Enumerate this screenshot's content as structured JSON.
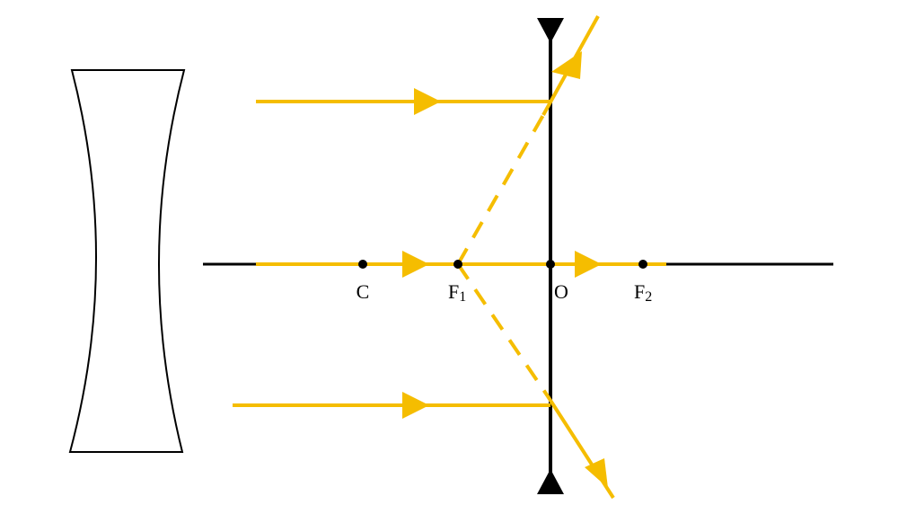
{
  "colors": {
    "ray": "#F5BD00",
    "line": "#000000",
    "background": "#FFFFFF"
  },
  "labels": {
    "center": "C",
    "focus1_base": "F",
    "focus1_sub": "1",
    "optical_center": "O",
    "focus2_base": "F",
    "focus2_sub": "2"
  }
}
